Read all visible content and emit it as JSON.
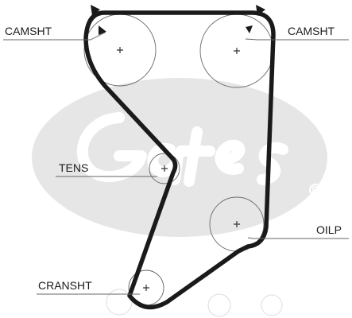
{
  "labels": {
    "camshaft_left": "CAMSHT",
    "camshaft_right": "CAMSHT",
    "tensioner": "TENS",
    "oil_pump": "OILP",
    "crankshaft": "CRANSHT"
  },
  "colors": {
    "belt": "#1a1a1a",
    "pulley_outline": "#6a6a6a",
    "leader_line": "#666666",
    "watermark": "#e6e6e6",
    "watermark_text": "#ffffff"
  },
  "icons": {
    "rotation_marker": "triangle-marker",
    "pulley_center": "plus-mark",
    "background": "brand-watermark"
  }
}
